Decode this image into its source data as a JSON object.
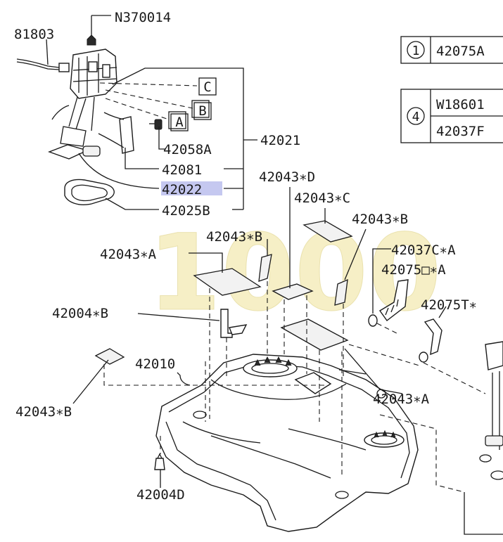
{
  "labels": {
    "n370014": "N370014",
    "p81803": "81803",
    "box_c": "C",
    "box_b": "B",
    "box_a": "A",
    "p42058a": "42058A",
    "p42021": "42021",
    "p42081": "42081",
    "p42022": "42022",
    "p42025b": "42025B",
    "p42043d": "42043∗D",
    "p42043c": "42043∗C",
    "p42043b_right": "42043∗B",
    "p42043b_mid": "42043∗B",
    "p42043a_left": "42043∗A",
    "p42037c": "42037C∗A",
    "p42075o": "42075□∗A",
    "p42075t": "42075T∗",
    "p42004b": "42004∗B",
    "p42010": "42010",
    "p42043b_low": "42043∗B",
    "p42043a_low": "42043∗A",
    "p42004d": "42004D"
  },
  "legend_table": {
    "row1_num": "1",
    "row1_part": "42075A",
    "row2_num": "4",
    "row2_part_a": "W18601",
    "row2_part_b": "42037F"
  },
  "watermark": "1000"
}
